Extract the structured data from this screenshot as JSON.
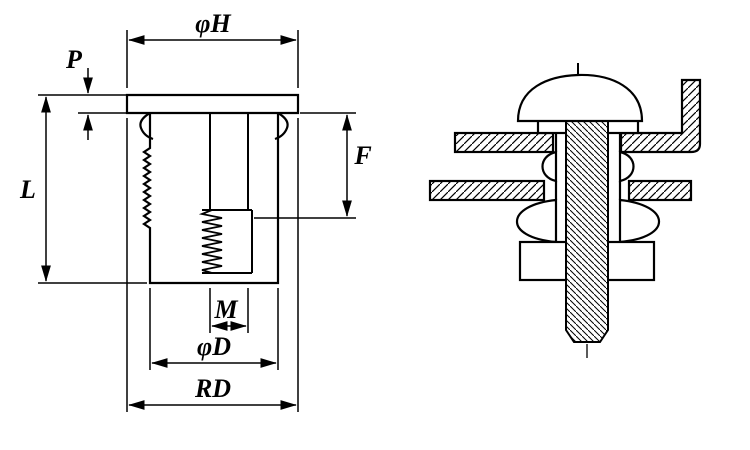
{
  "colors": {
    "ink": "#000000",
    "paper": "#ffffff"
  },
  "dimension_labels": {
    "flange_dia": "φH",
    "flange_thickness": "P",
    "length": "L",
    "shank": "F",
    "thread": "M",
    "body_dia": "φD",
    "knurl_dia": "RD"
  }
}
